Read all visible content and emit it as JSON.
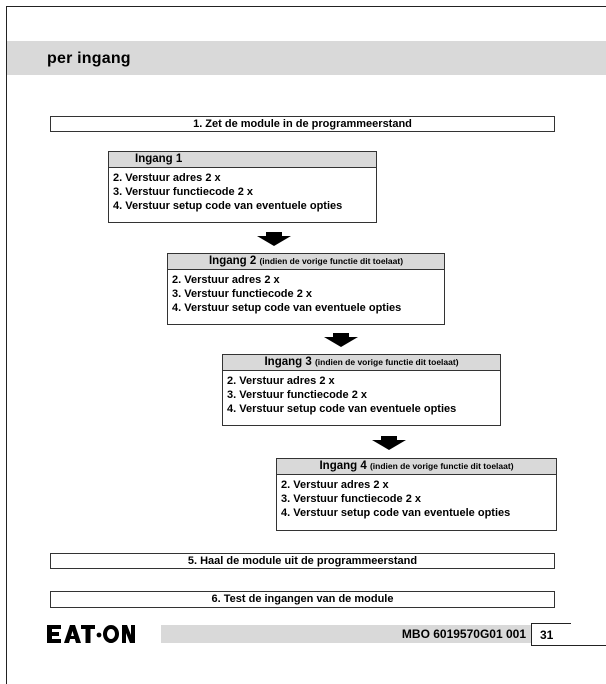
{
  "section": {
    "title": "per ingang"
  },
  "steps": {
    "step1": "1. Zet de module in de programmeerstand",
    "step5": "5. Haal de module uit de programmeerstand",
    "step6": "6. Test de ingangen van de module"
  },
  "ingangen": [
    {
      "title": "Ingang 1",
      "note": "",
      "lines": [
        "2. Verstuur adres 2 x",
        "3. Verstuur functiecode 2 x",
        "4. Verstuur setup code van eventuele opties"
      ]
    },
    {
      "title": "Ingang 2",
      "note": "(indien de vorige functie dit toelaat)",
      "lines": [
        "2. Verstuur adres 2 x",
        "3. Verstuur functiecode 2 x",
        "4. Verstuur setup code van eventuele opties"
      ]
    },
    {
      "title": "Ingang 3",
      "note": "(indien de vorige functie dit toelaat)",
      "lines": [
        "2. Verstuur adres 2 x",
        "3. Verstuur functiecode 2 x",
        "4. Verstuur setup code van eventuele opties"
      ]
    },
    {
      "title": "Ingang 4",
      "note": "(indien de vorige functie dit toelaat)",
      "lines": [
        "2. Verstuur adres 2 x",
        "3. Verstuur functiecode 2 x",
        "4. Verstuur setup code van eventuele opties"
      ]
    }
  ],
  "footer": {
    "logo": "EATON",
    "code": "MBO 6019570G01 001",
    "page": "31"
  }
}
